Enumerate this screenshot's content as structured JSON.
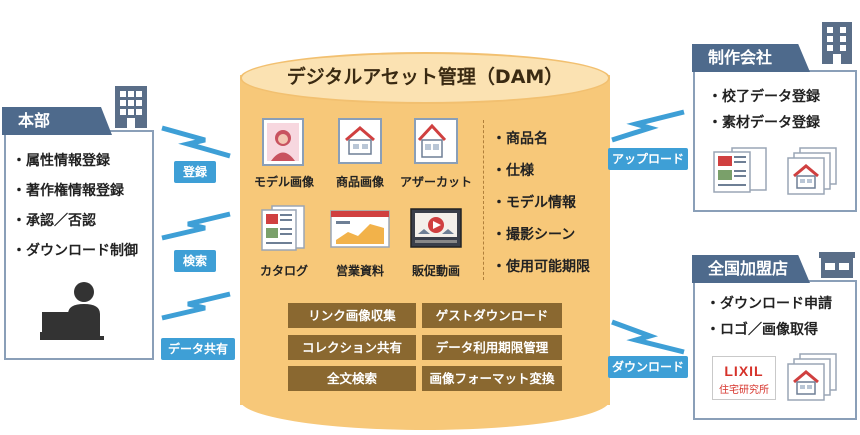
{
  "dam": {
    "title": "デジタルアセット管理（DAM）",
    "thumbnails": [
      {
        "label": "モデル画像",
        "icon": "model-portrait-icon"
      },
      {
        "label": "商品画像",
        "icon": "product-house-icon"
      },
      {
        "label": "アザーカット",
        "icon": "house-photo-icon"
      },
      {
        "label": "カタログ",
        "icon": "catalog-icon"
      },
      {
        "label": "営業資料",
        "icon": "sales-chart-icon"
      },
      {
        "label": "販促動画",
        "icon": "video-icon"
      }
    ],
    "attributes": [
      "・商品名",
      "・仕様",
      "・モデル情報",
      "・撮影シーン",
      "・使用可能期限"
    ],
    "functions": [
      "リンク画像収集",
      "ゲストダウンロード",
      "コレクション共有",
      "データ利用期限管理",
      "全文検索",
      "画像フォーマット変換"
    ]
  },
  "honbu": {
    "title": "本部",
    "items": [
      "・属性情報登録",
      "・著作権情報登録",
      "・承認／否認",
      "・ダウンロード制御"
    ]
  },
  "seisaku": {
    "title": "制作会社",
    "items": [
      "・校了データ登録",
      "・素材データ登録"
    ]
  },
  "kameiten": {
    "title": "全国加盟店",
    "items": [
      "・ダウンロード申請",
      "・ロゴ／画像取得"
    ],
    "logo_text": "LIXIL",
    "logo_sub": "住宅研究所"
  },
  "arrows": [
    "登録",
    "検索",
    "データ共有",
    "アップロード",
    "ダウンロード"
  ],
  "colors": {
    "accent": "#3e9fd6",
    "panel": "#4e6a8c",
    "dam": "#f7c879",
    "func": "#8a6830",
    "logo": "#d6322a"
  }
}
